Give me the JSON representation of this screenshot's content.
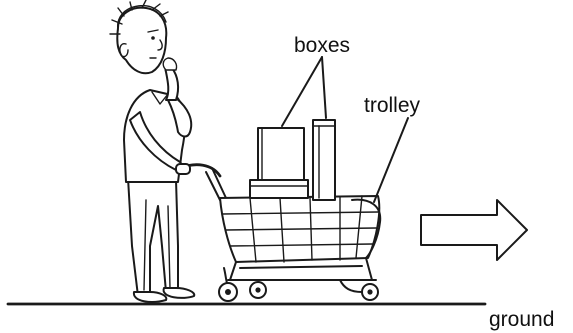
{
  "labels": {
    "boxes": "boxes",
    "trolley": "trolley",
    "ground": "ground"
  },
  "colors": {
    "ink": "#1a1a1a",
    "background": "#ffffff"
  },
  "icons": {
    "direction": "right-arrow-icon"
  }
}
